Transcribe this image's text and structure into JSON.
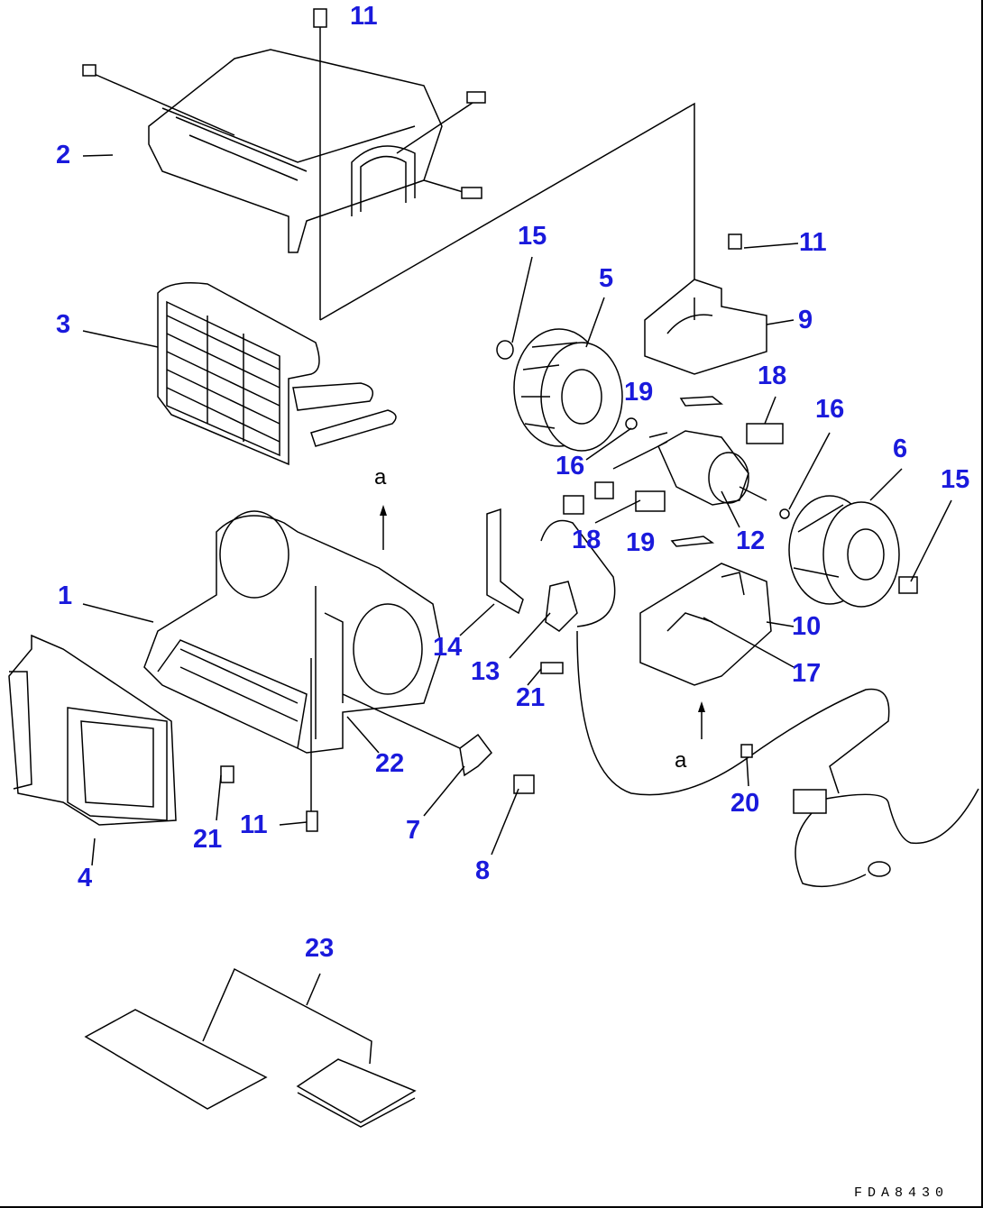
{
  "diagram": {
    "title": "Heater / Blower unit exploded parts view",
    "drawing_code": "FDA8430",
    "accent_color": "#1a1adc",
    "reference_letters": [
      "a",
      "a"
    ],
    "part_labels": [
      "11",
      "2",
      "15",
      "5",
      "11",
      "9",
      "3",
      "19",
      "18",
      "16",
      "16",
      "6",
      "15",
      "a",
      "1",
      "18",
      "19",
      "12",
      "14",
      "13",
      "10",
      "17",
      "21",
      "22",
      "a",
      "20",
      "21",
      "11",
      "7",
      "8",
      "4",
      "23"
    ]
  }
}
